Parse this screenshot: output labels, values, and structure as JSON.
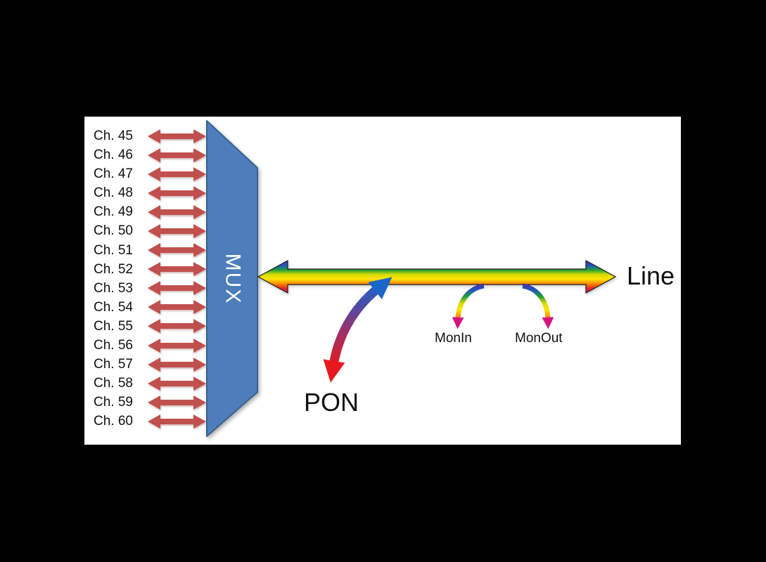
{
  "diagram": {
    "mux_label": "MUX",
    "line_label": "Line",
    "pon_label": "PON",
    "mon_in_label": "MonIn",
    "mon_out_label": "MonOut",
    "channels": [
      "Ch. 45",
      "Ch. 46",
      "Ch. 47",
      "Ch. 48",
      "Ch. 49",
      "Ch. 50",
      "Ch. 51",
      "Ch. 52",
      "Ch. 53",
      "Ch. 54",
      "Ch. 55",
      "Ch. 56",
      "Ch. 57",
      "Ch. 58",
      "Ch. 59",
      "Ch. 60"
    ]
  },
  "colors": {
    "background": "#000000",
    "panel": "#FFFFFF",
    "label_text": "#111111",
    "channel_arrow": "#C0504D",
    "mux_fill": "#4D7EBB",
    "mux_border": "#38618F",
    "mux_text": "#FFFFFF",
    "mon_arrowhead": "#D6147E",
    "pon_head_top": "#1B66C9",
    "pon_head_bottom": "#E8191E",
    "rainbow": [
      "#4F2C9F",
      "#2155C4",
      "#1F9E38",
      "#D6DB00",
      "#FFE500",
      "#FF8A00",
      "#E52620",
      "#D6147E"
    ],
    "pon_gradient": [
      "#1B66C9",
      "#4C4BA8",
      "#9C3268",
      "#D21F30",
      "#EC1C24"
    ]
  }
}
